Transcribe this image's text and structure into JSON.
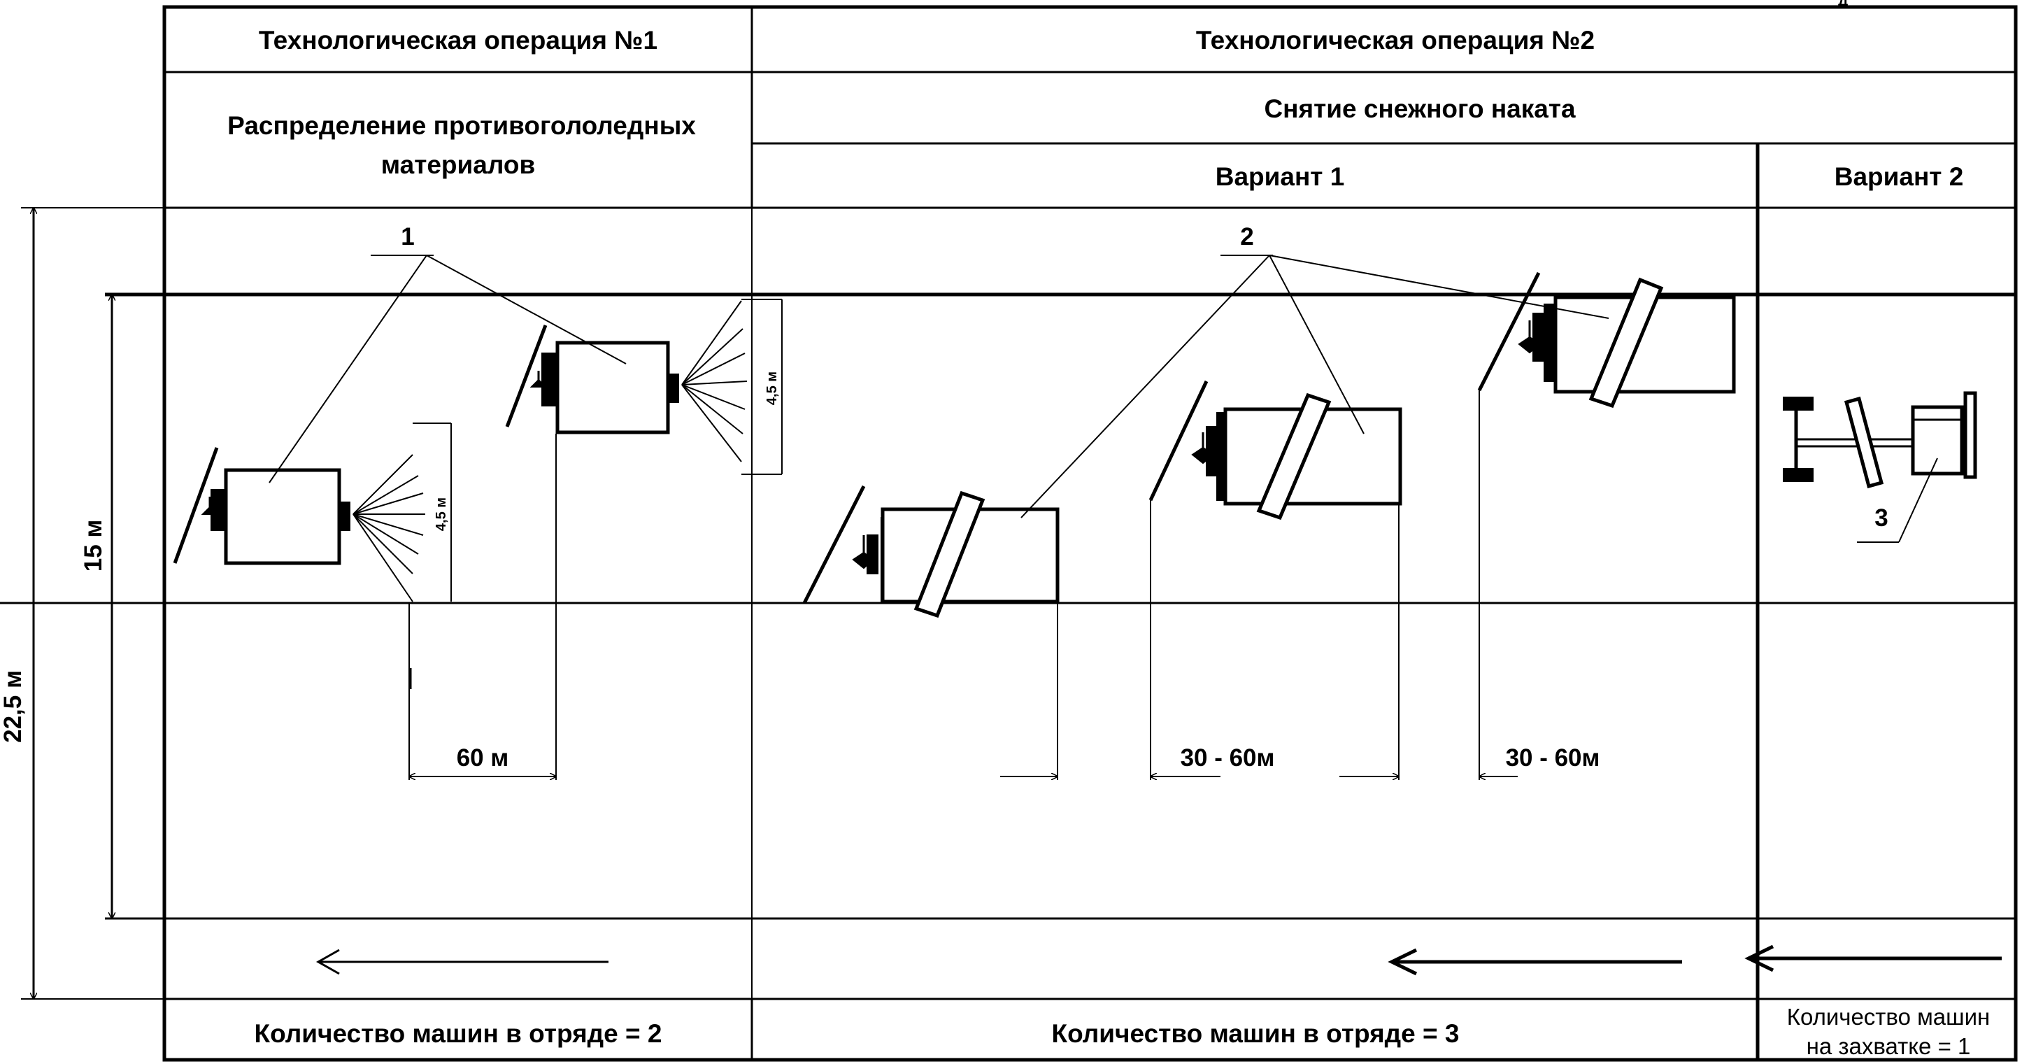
{
  "header": {
    "op1_title": "Технологическая операция №1",
    "op2_title": "Технологическая операция №2",
    "op1_subtitle_line1": "Распределение противогололедных",
    "op1_subtitle_line2": "материалов",
    "op2_subtitle": "Снятие снежного наката",
    "variant1": "Вариант 1",
    "variant2": "Вариант 2"
  },
  "dimensions": {
    "road_width_outer": "22,5 м",
    "road_width_inner": "15 м",
    "spread_width_a": "4,5 м",
    "spread_width_b": "4,5 м",
    "gap_op1": "60 м",
    "gap_op2_a": "30 - 60м",
    "gap_op2_b": "30 - 60м"
  },
  "callouts": {
    "spreader": "1",
    "plow_truck": "2",
    "grader": "3"
  },
  "footer": {
    "op1_count": "Количество машин в отряде = 2",
    "op2_count": "Количество машин в отряде = 3",
    "variant2_count_line1": "Количество машин",
    "variant2_count_line2": "на захватке = 1"
  },
  "corner_mark": "Д"
}
